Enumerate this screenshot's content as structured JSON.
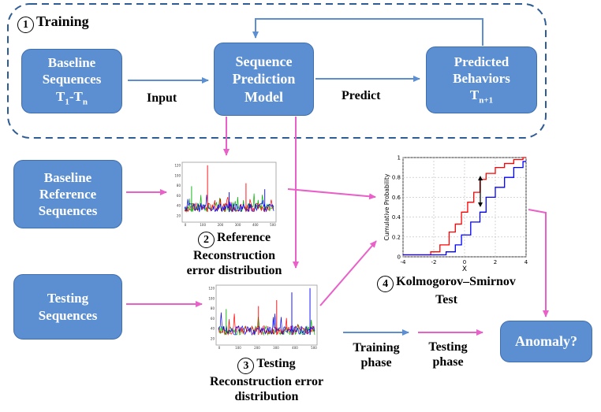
{
  "training": {
    "num": "1",
    "title": "Training"
  },
  "boxes": {
    "baseline_seq": {
      "l1": "Baseline",
      "l2": "Sequences",
      "l3_main": "T",
      "l3_sub1": "1",
      "l3_dash": "-T",
      "l3_sub2": "n"
    },
    "model": {
      "l1": "Sequence",
      "l2": "Prediction",
      "l3": "Model"
    },
    "predicted": {
      "l1": "Predicted",
      "l2": "Behaviors",
      "l3_main": "T",
      "l3_sub": "n+1"
    },
    "reference": {
      "l1": "Baseline",
      "l2": "Reference",
      "l3": "Sequences"
    },
    "testing": {
      "l1": "Testing",
      "l2": "Sequences"
    },
    "anomaly": {
      "l1": "Anomaly?"
    }
  },
  "edges": {
    "input": "Input",
    "predict": "Predict"
  },
  "steps": {
    "reference": {
      "num": "2",
      "l1": "Reference",
      "l2": "Reconstruction",
      "l3": "error distribution"
    },
    "testing": {
      "num": "3",
      "l1": "Testing",
      "l2": "Reconstruction error",
      "l3": "distribution"
    },
    "ks": {
      "num": "4",
      "l1": "Kolmogorov–Smirnov",
      "l2": "Test"
    }
  },
  "legend": {
    "training": {
      "l1": "Training",
      "l2": "phase"
    },
    "testing": {
      "l1": "Testing",
      "l2": "phase"
    }
  },
  "colors": {
    "box": "#5b8fd2",
    "training_arrow": "#5b8fd2",
    "testing_arrow": "#e860c8",
    "frame": "#2e5c94"
  },
  "plot_ticks": {
    "ref_y": [
      "120",
      "100",
      "80",
      "60",
      "40",
      "20"
    ],
    "ref_x": [
      "0",
      "100",
      "200",
      "300",
      "400",
      "500"
    ],
    "test_y": [
      "120",
      "100",
      "80",
      "60",
      "40",
      "20"
    ],
    "test_x": [
      "0",
      "100",
      "200",
      "300",
      "400",
      "500"
    ]
  },
  "chart_data": {
    "type": "line",
    "xlabel": "X",
    "ylabel": "Cumulative Probability",
    "xlim": [
      -4,
      4
    ],
    "ylim": [
      0,
      1
    ],
    "x_ticks": [
      "-4",
      "-2",
      "0",
      "2",
      "4"
    ],
    "y_ticks": [
      "1",
      "0.8",
      "0.6",
      "0.4",
      "0.2",
      "0"
    ],
    "series": [
      {
        "color": "#ff0000",
        "x": [
          -4,
          -2.2,
          -1.6,
          -1.0,
          -0.6,
          -0.2,
          0.2,
          0.6,
          1.0,
          1.4,
          2.0,
          2.6,
          3.2,
          3.8
        ],
        "y": [
          0.02,
          0.05,
          0.12,
          0.25,
          0.33,
          0.45,
          0.55,
          0.65,
          0.78,
          0.84,
          0.9,
          0.94,
          0.98,
          1.0
        ]
      },
      {
        "color": "#0000ff",
        "x": [
          -4,
          -1.2,
          -0.6,
          -0.2,
          0.4,
          1.0,
          1.4,
          2.0,
          2.6,
          3.2,
          3.8
        ],
        "y": [
          0.02,
          0.05,
          0.12,
          0.22,
          0.35,
          0.45,
          0.6,
          0.7,
          0.8,
          0.9,
          0.96
        ]
      }
    ]
  }
}
